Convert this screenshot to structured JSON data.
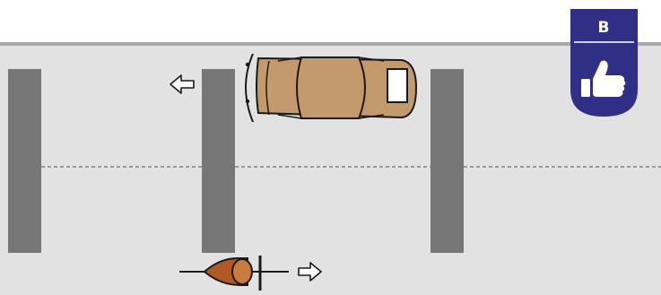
{
  "badge": {
    "letter": "B",
    "icon": "thumbs-up-icon",
    "color": "#2f2f86"
  },
  "scene": {
    "road_color": "#e2e2e2",
    "curb_color": "#a9a9a9",
    "pillar_color": "#777777",
    "lane_marking": "dashed",
    "car": {
      "icon": "car-icon",
      "direction": "left",
      "body_color": "#c39a6b"
    },
    "cyclist": {
      "icon": "bicycle-icon",
      "direction": "right",
      "helmet_color": "#b05a22"
    },
    "arrows": [
      "arrow-left-icon",
      "arrow-right-icon"
    ]
  }
}
